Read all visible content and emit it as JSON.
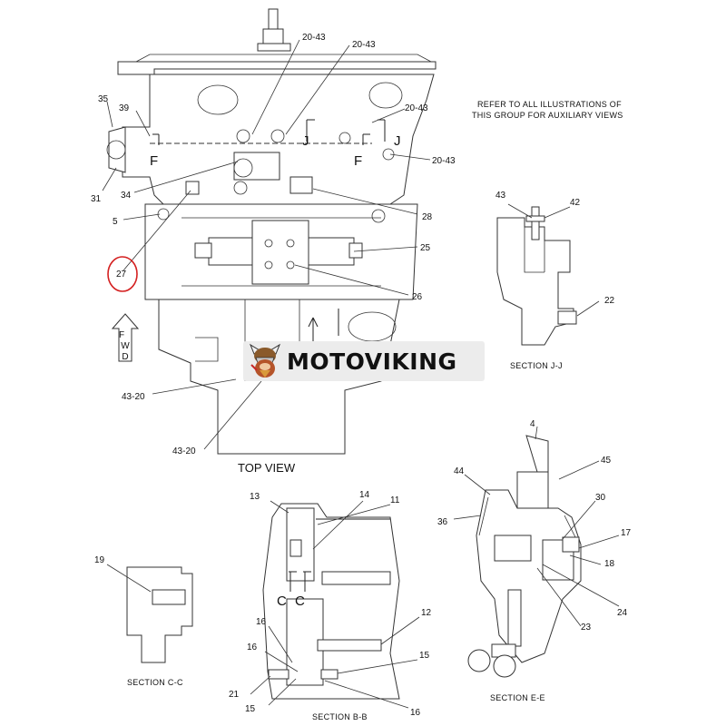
{
  "top_view": {
    "caption": "TOP VIEW",
    "labels": [
      "20-43",
      "20-43",
      "20-43",
      "20-43",
      "35",
      "39",
      "F",
      "J",
      "J",
      "F",
      "31",
      "34",
      "5",
      "28",
      "25",
      "26",
      "27",
      "43-20",
      "43-20",
      "F",
      "W",
      "D"
    ]
  },
  "note": {
    "line1": "REFER TO ALL ILLUSTRATIONS OF",
    "line2": "THIS GROUP FOR AUXILIARY VIEWS"
  },
  "section_jj": {
    "caption": "SECTION  J-J",
    "labels": [
      "43",
      "42",
      "22"
    ]
  },
  "section_cc": {
    "caption": "SECTION  C-C",
    "labels": [
      "19"
    ]
  },
  "section_bb": {
    "caption": "SECTION  B-B",
    "labels": [
      "13",
      "14",
      "11",
      "C",
      "C",
      "12",
      "16",
      "16",
      "15",
      "21",
      "15",
      "16"
    ]
  },
  "section_ee": {
    "caption": "SECTION  E-E",
    "labels": [
      "4",
      "44",
      "45",
      "36",
      "30",
      "17",
      "18",
      "24",
      "23"
    ]
  },
  "watermark": {
    "text": "MOTOVIKING"
  },
  "highlight": {
    "color": "#d42020",
    "target_label": "27"
  }
}
